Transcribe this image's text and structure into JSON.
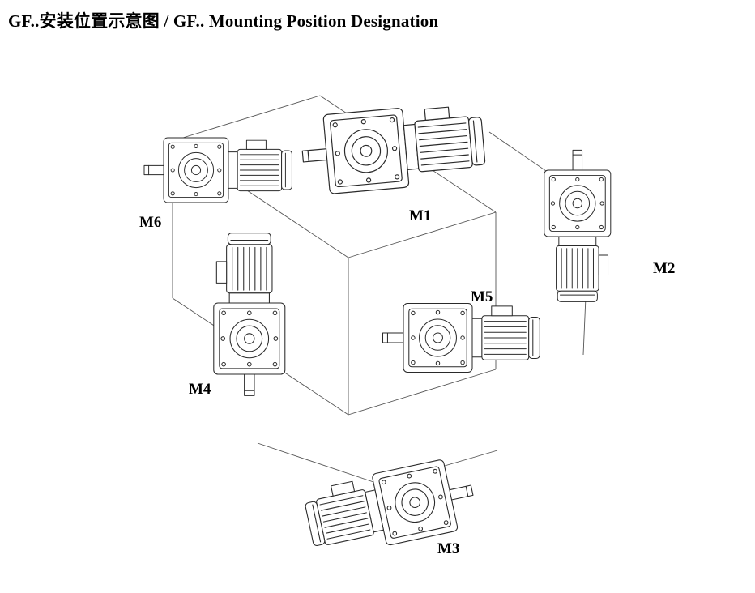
{
  "title": "GF..安装位置示意图 / GF.. Mounting Position Designation",
  "colors": {
    "background": "#ffffff",
    "line": "#2a2a2a",
    "cube_line": "#555555",
    "text": "#000000"
  },
  "diagram": {
    "type": "mounting-position-isometric",
    "positions": [
      {
        "id": "m1",
        "label": "M1"
      },
      {
        "id": "m2",
        "label": "M2"
      },
      {
        "id": "m3",
        "label": "M3"
      },
      {
        "id": "m4",
        "label": "M4"
      },
      {
        "id": "m5",
        "label": "M5"
      },
      {
        "id": "m6",
        "label": "M6"
      }
    ]
  }
}
